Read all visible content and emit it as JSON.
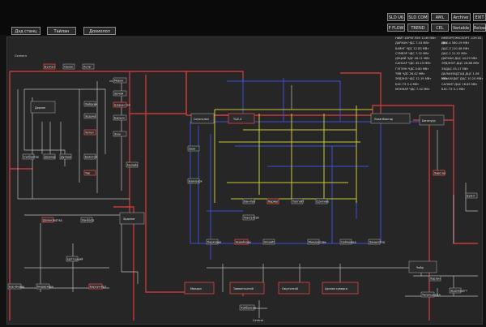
{
  "nav_left": [
    {
      "label": "Дэд станц"
    },
    {
      "label": "Тайлан"
    },
    {
      "label": "Дохиолол"
    }
  ],
  "nav_right": [
    {
      "label": "SLD U6"
    },
    {
      "label": "SLD COM"
    },
    {
      "label": "AML"
    },
    {
      "label": "Archive"
    },
    {
      "label": "EXIT"
    },
    {
      "label": "P FLOW"
    },
    {
      "label": "TREND"
    },
    {
      "label": "CEL"
    },
    {
      "label": "Variable"
    },
    {
      "label": "Reload"
    }
  ],
  "stats": [
    [
      "НИЙТ ХЭРЭГЛЭЭ 1149 МВт",
      "ИМПОРТ/ЭКСПОРТ -129.52 МВт"
    ],
    [
      "ДАРХАН ЧДС 7.43 МВт",
      "ДЦС-4 560.19 МВт"
    ],
    [
      "БАЯНГ ЧДС 12.83 МВт",
      "ДЦС-3 110.48 МВт"
    ],
    [
      "СҮМБЭР ЧДС 7.02 МВт",
      "ДЦС-2 21.52 МВт"
    ],
    [
      "ДЭЦИЙ ЧДС 46.11 МВт",
      "ДАРХАН ДЦС 44.09 МВт"
    ],
    [
      "САНСАР ЧДС 45.19 МВт",
      "ЭРДЭНЭТ ДЦС 28.88 МВт"
    ],
    [
      "ГЭГЭЭН ЧДС 0.80 МВт",
      "ЭХДЦС 45.17 МВт"
    ],
    [
      "ТӨВ ЧДС 26.42 МВт",
      "ДАЛАНЗАДГАД ДЦС 1.06 МВт"
    ],
    [
      "ЭРДЭНЭ ЧДС 12.19 МВт",
      "УХААХУДАГ ДЦС 10.20 МВт"
    ],
    [
      "БХС-ТЭ 5.4 МВт",
      "САЛХИТ ДЦС 16.65 МВт"
    ],
    [
      "МОННАР ЧДС 7.42 МВт",
      "БХС-ТЭ 0.1 МВт"
    ]
  ],
  "region_labels": {
    "selenge": "Сэлэнгэ",
    "darkhan": "Дархан",
    "erdenet": "Эрдэнэт",
    "sonsgolon": "Сонсголон",
    "ucs4": "ТЦС-4",
    "ulaanbaatar": "Улаанбаатар",
    "baganuur": "Багануур",
    "choir": "Чойр",
    "mandal": "Мандал",
    "tavantolgoi": "Таваантолгой",
    "oyutolgoi": "Оюутолгой",
    "tsagaan_suvarga": "Цагаан суварга",
    "central": "Central"
  },
  "small_nodes": [
    "Булган",
    "Орхон",
    "Хутаг",
    "Мурун",
    "Эрчим",
    "Шарын гол",
    "Баруун",
    "Зүүн",
    "Хайрхан",
    "Эрдэнэ",
    "Хөтөл",
    "Баянгол",
    "Сүхбаатар",
    "Дорнод",
    "Дулаан",
    "Төв",
    "Налайх",
    "Зуун",
    "Баянзүрх",
    "Хан-Уул",
    "Яармаг",
    "Толгойт",
    "Сонгино",
    "Чингэлтэй",
    "Хархорин",
    "Арвайхээр",
    "Өлзийт",
    "Мандалговь",
    "Сайншанд",
    "Замын-Үүд",
    "Даланзадгад",
    "Ханбогд",
    "Цогтцэций",
    "Бор-Өндөр",
    "Өндөрхаан",
    "Баруун-Урт",
    "Чойбалсан",
    "Хэрлэн",
    "Эрдэнэцогт",
    "Буянт",
    "Хөвсгөл",
    "Тосонцэнгэл"
  ]
}
